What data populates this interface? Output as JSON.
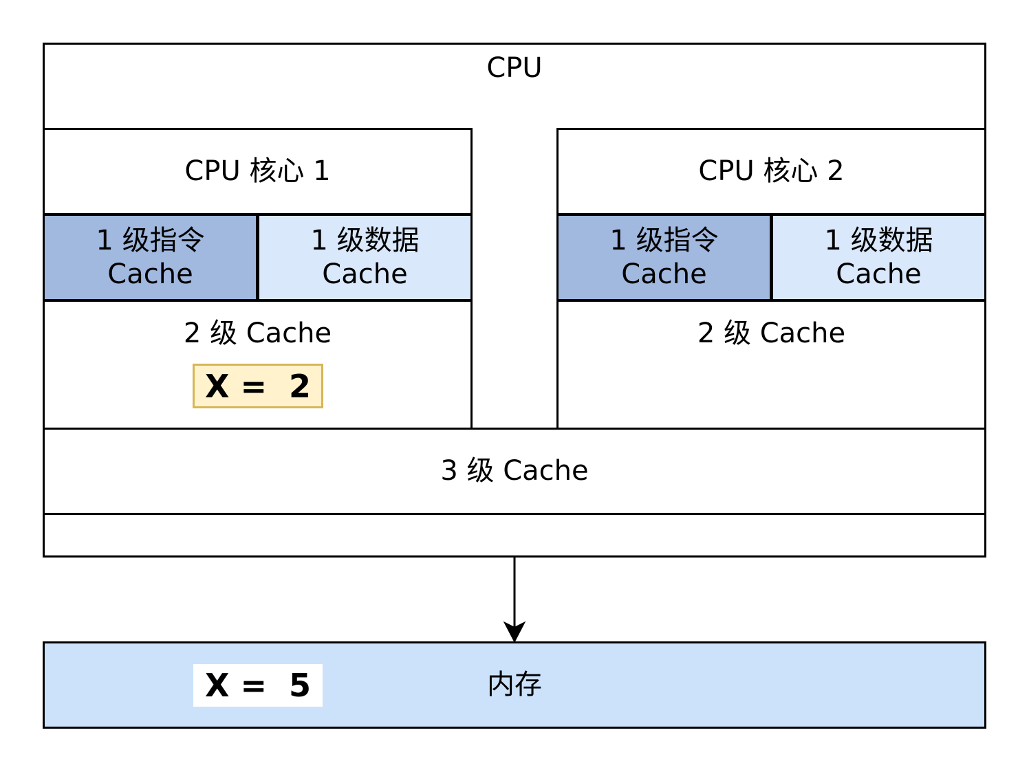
{
  "cpu": {
    "title": "CPU"
  },
  "cores": [
    {
      "title": "CPU 核心 1",
      "l1_instruction": "1 级指令\nCache",
      "l1_data": "1 级数据\nCache",
      "l2": "2 级 Cache",
      "l2_value": "X =  2"
    },
    {
      "title": "CPU 核心 2",
      "l1_instruction": "1 级指令\nCache",
      "l1_data": "1 级数据\nCache",
      "l2": "2 级 Cache"
    }
  ],
  "l3": {
    "title": "3 级 Cache"
  },
  "memory": {
    "title": "内存",
    "value": "X =  5"
  },
  "colors": {
    "l1_instruction_fill": "#a1b8df",
    "l1_data_fill": "#d9e8fb",
    "l2_value_fill": "#fff2cc",
    "l2_value_border": "#d6b656",
    "memory_fill": "#cce2fb"
  }
}
